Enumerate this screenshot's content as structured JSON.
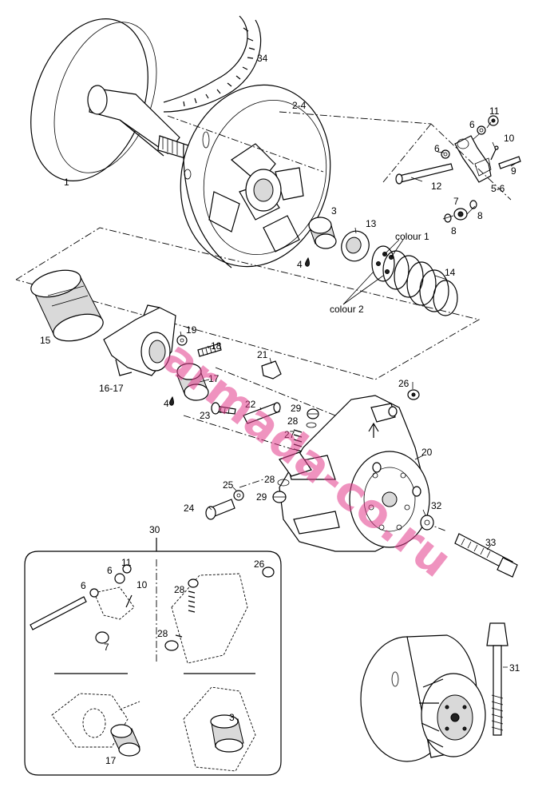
{
  "watermark": "armada-co.ru",
  "parts": {
    "p1": "1",
    "p2_4a": "2-4",
    "p3": "3",
    "p4a": "4",
    "p4b": "4",
    "p5_6": "5-6",
    "p6a": "6",
    "p6b": "6",
    "p7": "7",
    "p8a": "8",
    "p8b": "8",
    "p9": "9",
    "p10": "10",
    "p11": "11",
    "p12": "12",
    "p13": "13",
    "p14": "14",
    "p15": "15",
    "p16_17": "16-17",
    "p17": "17",
    "p18": "18",
    "p19": "19",
    "p20": "20",
    "p21": "21",
    "p22": "22",
    "p23": "23",
    "p24": "24",
    "p25": "25",
    "p26": "26",
    "p27": "27",
    "p28a": "28",
    "p28b": "28",
    "p29a": "29",
    "p29b": "29",
    "p30": "30",
    "p31": "31",
    "p32": "32",
    "p33": "33",
    "p34": "34",
    "colour1": "colour 1",
    "colour2": "colour 2"
  },
  "inset": {
    "i11": "11",
    "i6a": "6",
    "i6b": "6",
    "i10": "10",
    "i7": "7",
    "i26": "26",
    "i28a": "28",
    "i28b": "28",
    "i3": "3",
    "i17": "17"
  },
  "icons": {
    "lubricant": "oil-drop-icon",
    "arrow": "up-arrow-icon"
  },
  "colors": {
    "watermark": "#e23c8c",
    "line": "#000000"
  }
}
